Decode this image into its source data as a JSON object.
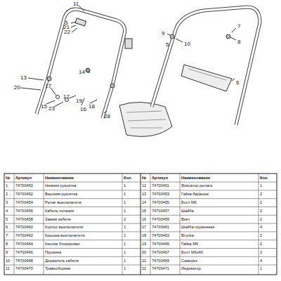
{
  "diagram": {
    "labels": [
      "11",
      "3",
      "21",
      "22",
      "13",
      "20",
      "17",
      "15",
      "23",
      "17",
      "16",
      "19",
      "18",
      "28",
      "14",
      "9",
      "10",
      "8",
      "7",
      "5",
      "6",
      "№",
      "Артикул",
      "Наименование",
      "Кол.",
      "№",
      "Артикул",
      "Наименование",
      "Кол.",
      "1",
      "74700450",
      "Нижняя рукоятка",
      "1",
      "12",
      "74700451",
      "Фиксатор рычага",
      "1",
      "2",
      "74700452",
      "Верхняя рукоятка",
      "1",
      "13",
      "74700453",
      "Гайка-барашек",
      "2",
      "3",
      "74700454",
      "Рычаг выключателя",
      "1",
      "14",
      "74700455",
      "Болт М6",
      "2",
      "4",
      "74700456",
      "Кабель питания",
      "1",
      "15",
      "74700457",
      "Шайба",
      "2",
      "5",
      "74700458",
      "Зажим кабеля",
      "2",
      "16",
      "74700459",
      "Винт",
      "2",
      "6",
      "74700460",
      "Корпус выключателя",
      "1",
      "17",
      "74700461",
      "Шайба пружинная",
      "4",
      "7",
      "74700462",
      "Крышка выключателя",
      "1",
      "18",
      "74700463",
      "Втулка",
      "2",
      "8",
      "74700464",
      "Кнопка блокировки",
      "1",
      "19",
      "74700465",
      "Гайка М6",
      "2",
      "9",
      "74700466",
      "Пружина",
      "1",
      "20",
      "74700467",
      "Болт М6х40",
      "2",
      "10",
      "74700468",
      "Держатель кабеля",
      "1",
      "21",
      "74700469",
      "Саморез",
      "4",
      "11",
      "74700470",
      "Травосборник",
      "1",
      "22",
      "74700471",
      "Индикатор",
      "1"
    ]
  }
}
